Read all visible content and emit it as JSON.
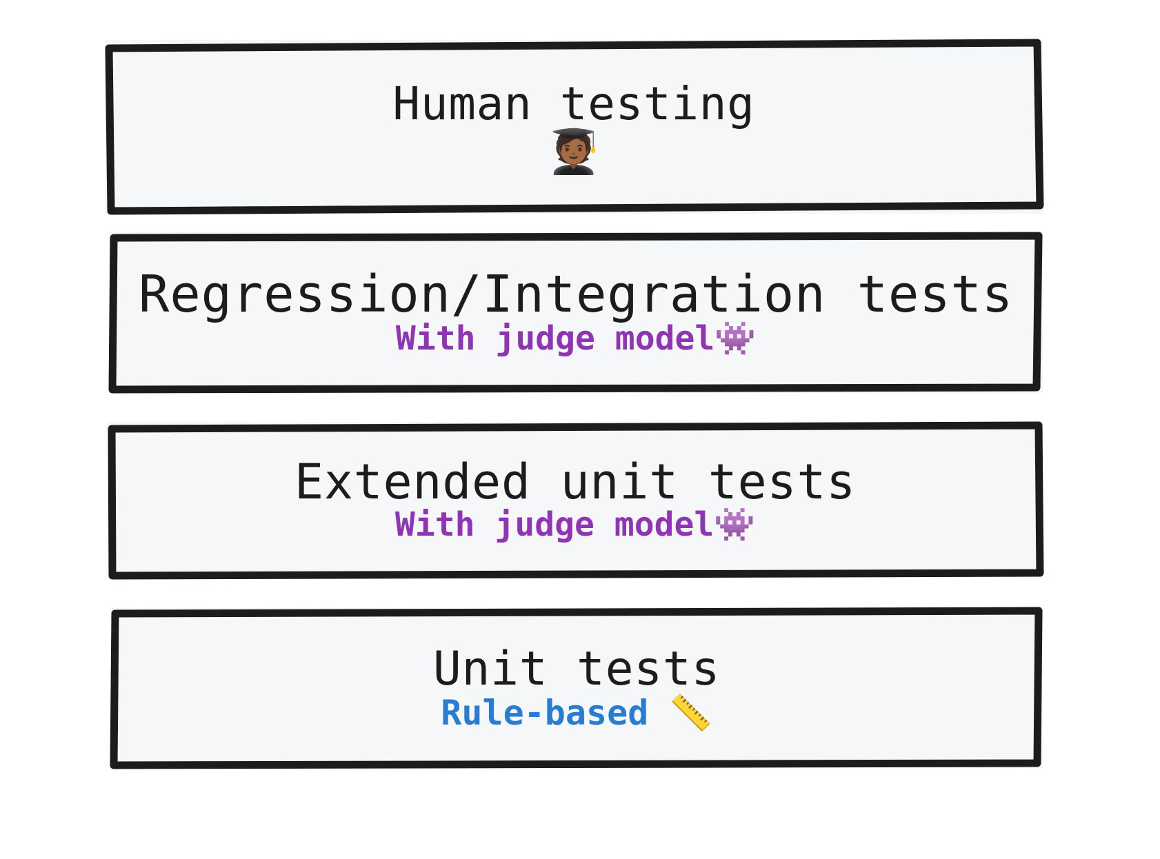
{
  "diagram": {
    "type": "testing-pyramid-stack",
    "background_color": "#ffffff",
    "card_fill_color": "#f5f7f9",
    "card_border_color": "#1c1c1c",
    "layers": [
      {
        "id": "human-testing",
        "title": "Human testing",
        "title_color": "#1c1c1c",
        "subtitle": "",
        "subtitle_color": "",
        "emoji": "🧑🏾‍🎓",
        "emoji_name": "student-graduate-emoji",
        "emoji_position": "below-title"
      },
      {
        "id": "regression-integration-tests",
        "title": "Regression/Integration tests",
        "title_color": "#1c1c1c",
        "subtitle": "With judge model",
        "subtitle_color": "#8e34b4",
        "emoji": "👾",
        "emoji_name": "alien-monster-emoji",
        "emoji_position": "inline-after-subtitle"
      },
      {
        "id": "extended-unit-tests",
        "title": "Extended unit tests",
        "title_color": "#1c1c1c",
        "subtitle": "With judge model",
        "subtitle_color": "#8e34b4",
        "emoji": "👾",
        "emoji_name": "alien-monster-emoji",
        "emoji_position": "inline-after-subtitle"
      },
      {
        "id": "unit-tests",
        "title": "Unit tests",
        "title_color": "#1c1c1c",
        "subtitle": "Rule-based",
        "subtitle_color": "#2a7bd4",
        "emoji": "📏",
        "emoji_name": "straight-ruler-emoji",
        "emoji_position": "inline-after-subtitle"
      }
    ]
  }
}
